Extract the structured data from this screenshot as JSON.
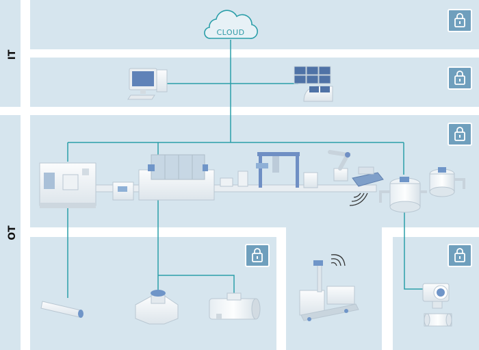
{
  "labels": {
    "it": "IT",
    "ot": "OT",
    "cloud": "CLOUD"
  },
  "colors": {
    "zone": "#d6e5ee",
    "divider": "#ffffff",
    "line": "#2a9ea8",
    "lock_bg": "#6f9fbd",
    "equipment": "#f1f4f6",
    "equipment_edge": "#b9c7d2",
    "accent": "#6f95c8"
  },
  "icons": [
    "cloud-icon",
    "lock-icon",
    "wireless-signal-icon"
  ]
}
